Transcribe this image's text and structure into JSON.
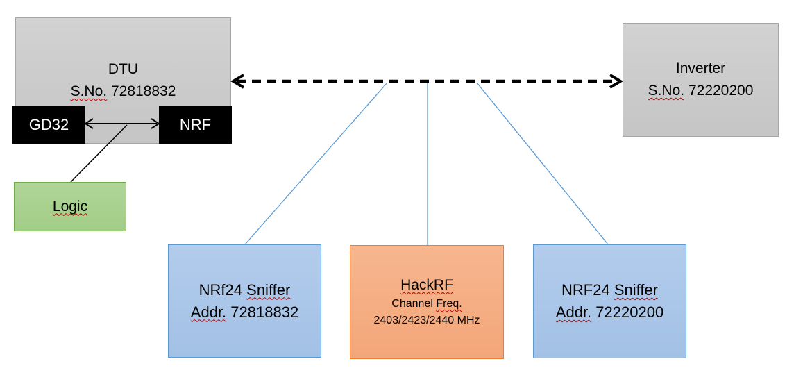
{
  "diagram": {
    "dtu": {
      "title": "DTU",
      "serial_label": "S.No.",
      "serial_value": "72818832"
    },
    "gd32": {
      "label": "GD32"
    },
    "nrf": {
      "label": "NRF"
    },
    "logic": {
      "label": "Logic"
    },
    "inverter": {
      "title": "Inverter",
      "serial_label": "S.No.",
      "serial_value": "72220200"
    },
    "sniffer_left": {
      "name_prefix": "NRf24",
      "name_word": "Sniffer",
      "addr_label": "Addr.",
      "addr_value": "72818832"
    },
    "hackrf": {
      "title": "HackRF",
      "freq_prefix": "Channel",
      "freq_word": "Freq.",
      "freq_values": "2403/2423/2440 MHz"
    },
    "sniffer_right": {
      "name_prefix": "NRF24",
      "name_word": "Sniffer",
      "addr_label": "Addr.",
      "addr_value": "72220200"
    }
  },
  "colors": {
    "gray_fill": "#C5C5C5",
    "gray_fill_light": "#D2D2D2",
    "gray_border": "#A6A6A6",
    "black_fill": "#000000",
    "black_text": "#000000",
    "white_text": "#FFFFFF",
    "green_fill": "#A2CD87",
    "green_fill_light": "#AFD597",
    "green_border": "#70AD47",
    "blue_fill": "#A2C1E5",
    "blue_fill_light": "#B3CCEC",
    "blue_border": "#5B9BD5",
    "orange_fill": "#F3A679",
    "orange_fill_light": "#F7B68E",
    "orange_border": "#ED7D31",
    "connector_blue": "#5B9BD5",
    "connector_black": "#000000",
    "squiggle_red": "#C00000"
  }
}
